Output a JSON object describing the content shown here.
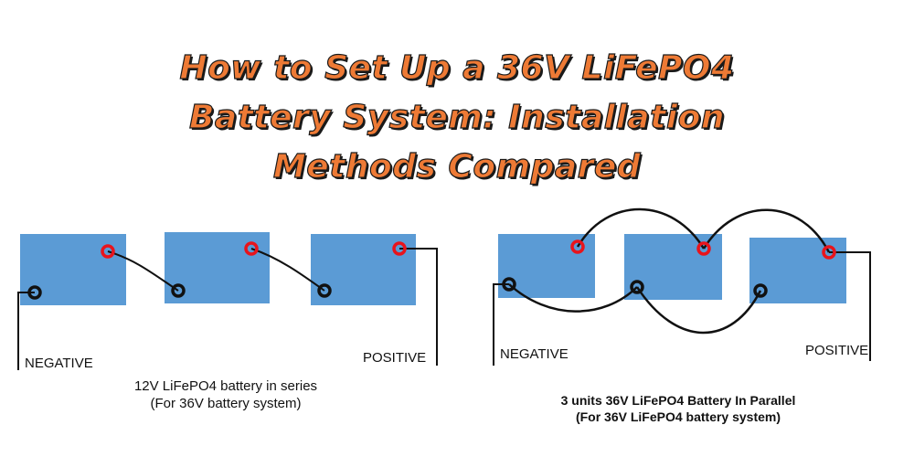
{
  "title": {
    "line1": "How to Set Up a 36V LiFePO4",
    "line2": "Battery System: Installation",
    "line3": "Methods Compared"
  },
  "series_diagram": {
    "negative_label": "NEGATIVE",
    "positive_label": "POSITIVE",
    "caption_line1": "12V LiFePO4 battery in series",
    "caption_line2": "(For 36V battery system)"
  },
  "parallel_diagram": {
    "negative_label": "NEGATIVE",
    "positive_label": "POSITIVE",
    "caption_line1": "3 units 36V LiFePO4 Battery In Parallel",
    "caption_line2": "(For 36V LiFePO4 battery system)"
  },
  "colors": {
    "title_fill": "#ee7a35",
    "title_outline": "#1a1a1a",
    "battery_fill": "#5b9bd5",
    "positive_terminal": "#e8141c",
    "negative_terminal": "#111111",
    "wire": "#111111"
  }
}
